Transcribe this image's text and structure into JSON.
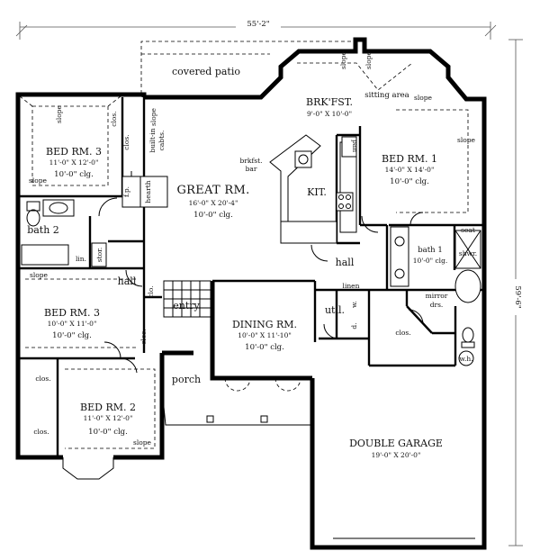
{
  "dimensions": {
    "width": "55'-2\"",
    "depth": "59'-6\""
  },
  "rooms": {
    "covered_patio": {
      "name": "covered patio"
    },
    "brkfst": {
      "name": "BRK'FST.",
      "size": "9'-0\" X 10'-0\""
    },
    "sitting_area": {
      "name": "sitting area"
    },
    "bed1": {
      "name": "BED RM. 1",
      "size": "14'-0\" X 14'-0\"",
      "ceiling": "10'-0\" clg."
    },
    "bed3_top": {
      "name": "BED RM. 3",
      "size": "11'-0\" X 12'-0\"",
      "ceiling": "10'-0\" clg."
    },
    "great": {
      "name": "GREAT RM.",
      "size": "16'-0\" X 20'-4\"",
      "ceiling": "10'-0\" clg."
    },
    "kit": {
      "name": "KIT."
    },
    "bath2": {
      "name": "bath 2"
    },
    "bath1": {
      "name": "bath 1",
      "ceiling": "10'-0\" clg."
    },
    "bed3_mid": {
      "name": "BED RM. 3",
      "size": "10'-0\" X 11'-0\"",
      "ceiling": "10'-0\" clg."
    },
    "dining": {
      "name": "DINING RM.",
      "size": "10'-0\" X 11'-10\"",
      "ceiling": "10'-0\" clg."
    },
    "bed2": {
      "name": "BED RM. 2",
      "size": "11'-0\" X 12'-0\"",
      "ceiling": "10'-0\" clg."
    },
    "garage": {
      "name": "DOUBLE GARAGE",
      "size": "19'-0\" X 20'-0\""
    },
    "porch": {
      "name": "porch"
    },
    "entry": {
      "name": "entry"
    },
    "util": {
      "name": "util."
    },
    "hall_left": {
      "name": "hall"
    },
    "hall_right": {
      "name": "hall"
    }
  },
  "labels": {
    "slope": "slope",
    "clos": "clos.",
    "clo": "clo.",
    "builtin": "built-in",
    "cabts": "cabts.",
    "brkfst_bar_1": "brkfst.",
    "brkfst_bar_2": "bar",
    "pan": "pan",
    "fp": "f.p.",
    "hearth": "hearth",
    "lin": "lin.",
    "stor": "stor.",
    "linen": "linen",
    "seat": "seat",
    "shwr": "shwr.",
    "mirror": "mirror",
    "drs": "drs.",
    "d": "d.",
    "w": "w.",
    "wh": "w.h."
  }
}
